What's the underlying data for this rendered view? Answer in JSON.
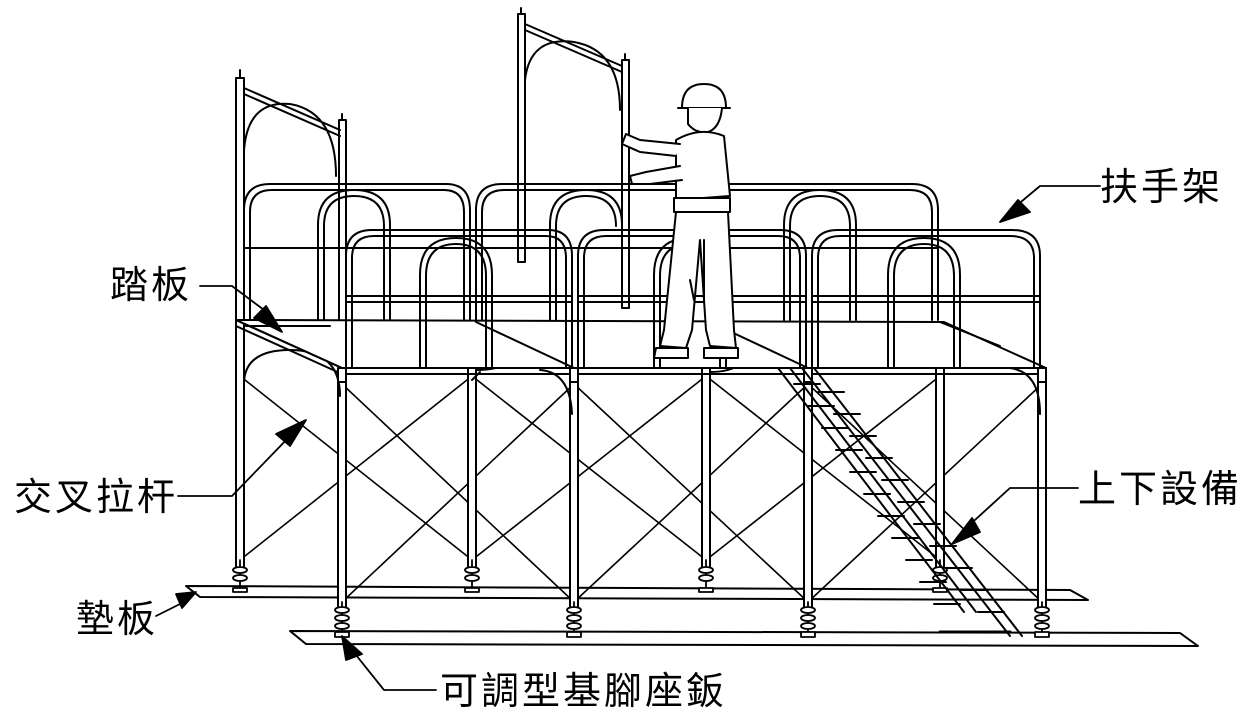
{
  "labels": {
    "handrail": "扶手架",
    "platform": "踏板",
    "cross_brace": "交叉拉杆",
    "access": "上下設備",
    "base_board": "墊板",
    "adjustable_base": "可調型基腳座鈑"
  },
  "colors": {
    "line": "#000000",
    "background": "#ffffff",
    "figure_fill": "#ffffff"
  }
}
